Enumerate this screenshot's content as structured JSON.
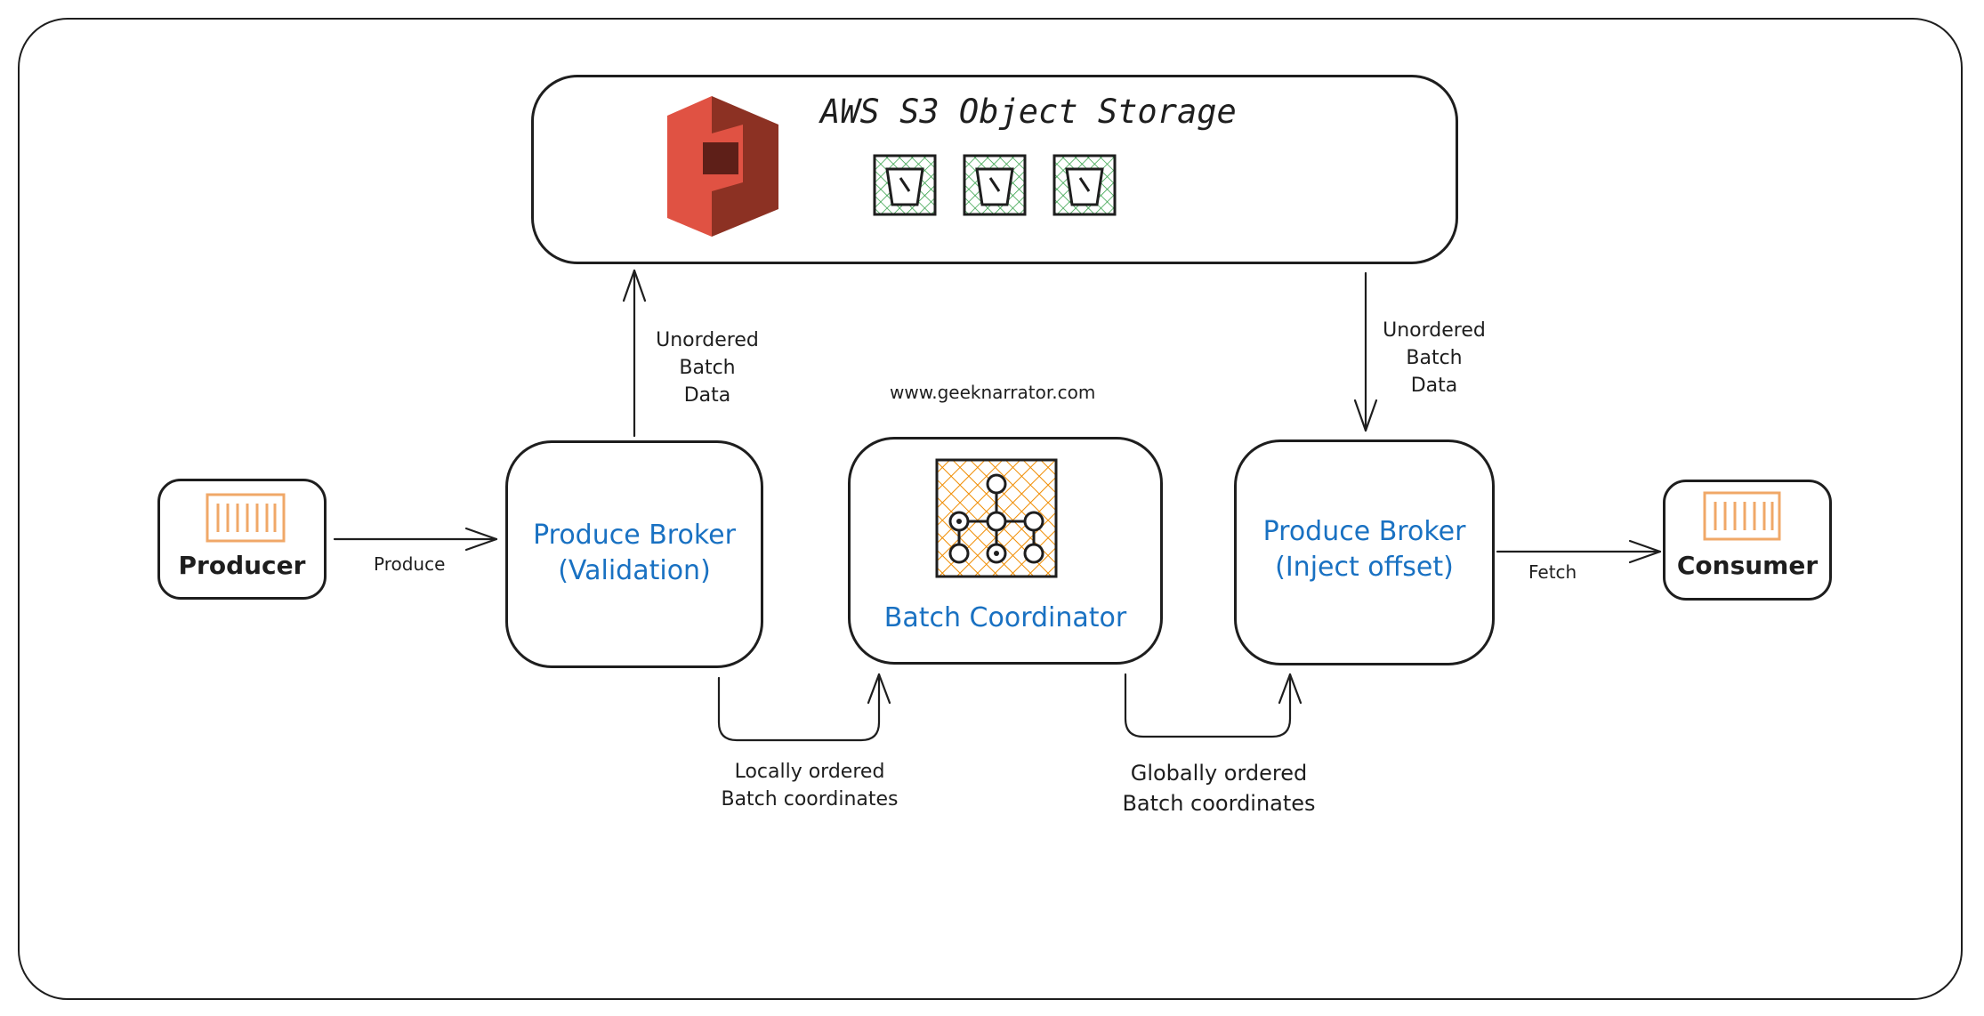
{
  "s3": {
    "title": "AWS S3 Object Storage",
    "bucket_icon": "bucket-icon",
    "logo_icon": "aws-s3-logo"
  },
  "producer": {
    "label": "Producer",
    "icon": "container-icon"
  },
  "consumer": {
    "label": "Consumer",
    "icon": "container-icon"
  },
  "broker_validation": {
    "line1": "Produce Broker",
    "line2": "(Validation)"
  },
  "batch_coordinator": {
    "label": "Batch Coordinator",
    "icon": "graph-icon"
  },
  "broker_inject": {
    "line1": "Produce Broker",
    "line2": "(Inject offset)"
  },
  "website": "www.geeknarrator.com",
  "edges": {
    "produce": "Produce",
    "fetch": "Fetch",
    "unordered_up": [
      "Unordered",
      "Batch",
      "Data"
    ],
    "unordered_down": [
      "Unordered",
      "Batch",
      "Data"
    ],
    "locally": [
      "Locally ordered",
      "Batch coordinates"
    ],
    "globally": [
      "Globally ordered",
      "Batch coordinates"
    ]
  },
  "colors": {
    "accent_blue": "#1971c2",
    "stroke": "#1e1e1e",
    "orange": "#f08c00",
    "green": "#2f9e44",
    "s3_red": "#e05243"
  }
}
